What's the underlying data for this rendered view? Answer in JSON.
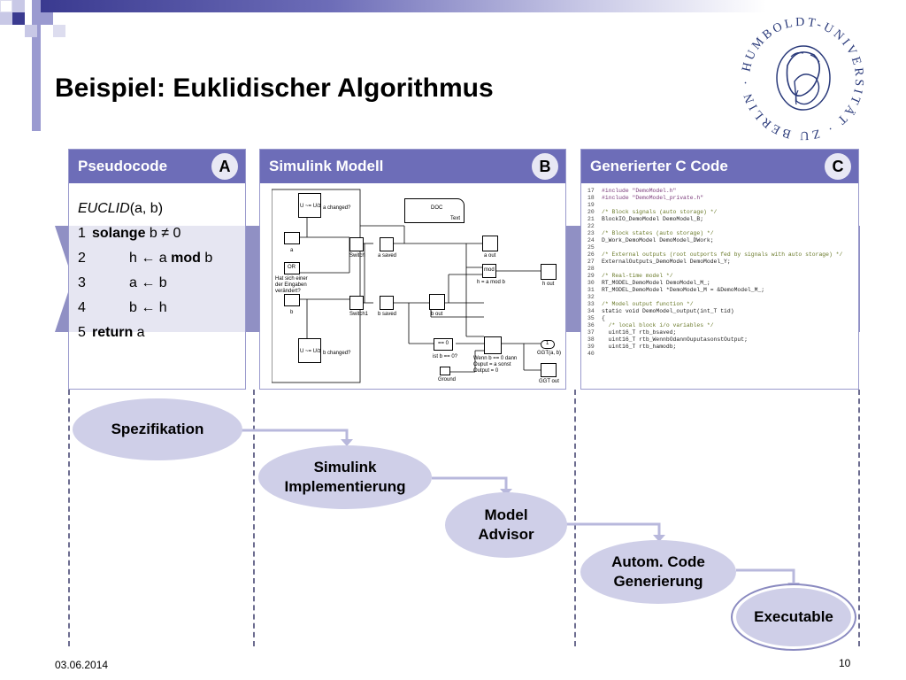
{
  "slide": {
    "title": "Beispiel: Euklidischer Algorithmus",
    "date": "03.06.2014",
    "page_number": "10"
  },
  "seal": {
    "text": "HUMBOLDT-UNIVERSITÄT · ZU BERLIN ·"
  },
  "panels": {
    "pseudocode": {
      "label": "Pseudocode",
      "badge": "A"
    },
    "simulink": {
      "label": "Simulink Modell",
      "badge": "B"
    },
    "ccode": {
      "label": "Generierter C Code",
      "badge": "C"
    }
  },
  "pseudocode": {
    "signature_fn": "EUCLID",
    "signature_args": "(a, b)",
    "lines": [
      {
        "num": "1",
        "kw": "solange",
        "rest": " b ≠ 0"
      },
      {
        "num": "2",
        "pre": "h ",
        "arrow": "🡐",
        "mid": " a ",
        "kw": "mod",
        "post": " b"
      },
      {
        "num": "3",
        "pre": "a ",
        "arrow": "🡐",
        "post": " b"
      },
      {
        "num": "4",
        "pre": "b ",
        "arrow": "🡐",
        "post": " h"
      },
      {
        "num": "5",
        "kw": "return",
        "rest": " a"
      }
    ]
  },
  "simulink": {
    "labels": {
      "u_changed_a": "U ~= U/z",
      "a_changed": "a changed?",
      "doc": "DOC",
      "doc_text": "Text",
      "a_in": "a",
      "or": "OR",
      "hat_sich": "Hat sich einer der Eingaben verändert?",
      "b_in": "b",
      "switch": "Switch",
      "a_saved": "a saved",
      "a_out": "a out",
      "mod": "mod",
      "h_mod": "h = a mod b",
      "h_out": "h out",
      "switch1": "Switch1",
      "b_saved": "b saved",
      "b_out": "b out",
      "u_changed_b": "U ~= U/z",
      "b_changed": "b changed?",
      "eq0": "== 0",
      "ist_b": "ist b == 0?",
      "wenn": "Wenn b == 0 dann Ouput = a sonst Output = 0",
      "ggt_port": "1",
      "ggt": "GGT(a, b)",
      "ground": "Ground",
      "ggt_out": "GGT out"
    }
  },
  "code_lines": [
    {
      "n": "17",
      "t": "#include \"DemoModel.h\"",
      "c": "pp"
    },
    {
      "n": "18",
      "t": "#include \"DemoModel_private.h\"",
      "c": "pp"
    },
    {
      "n": "19",
      "t": "",
      "c": ""
    },
    {
      "n": "20",
      "t": "/* Block signals (auto storage) */",
      "c": "cm"
    },
    {
      "n": "21",
      "t": "BlockIO_DemoModel DemoModel_B;",
      "c": ""
    },
    {
      "n": "22",
      "t": "",
      "c": ""
    },
    {
      "n": "23",
      "t": "/* Block states (auto storage) */",
      "c": "cm"
    },
    {
      "n": "24",
      "t": "D_Work_DemoModel DemoModel_DWork;",
      "c": ""
    },
    {
      "n": "25",
      "t": "",
      "c": ""
    },
    {
      "n": "26",
      "t": "/* External outputs (root outports fed by signals with auto storage) */",
      "c": "cm"
    },
    {
      "n": "27",
      "t": "ExternalOutputs_DemoModel DemoModel_Y;",
      "c": ""
    },
    {
      "n": "28",
      "t": "",
      "c": ""
    },
    {
      "n": "29",
      "t": "/* Real-time model */",
      "c": "cm"
    },
    {
      "n": "30",
      "t": "RT_MODEL_DemoModel DemoModel_M_;",
      "c": ""
    },
    {
      "n": "31",
      "t": "RT_MODEL_DemoModel *DemoModel_M = &DemoModel_M_;",
      "c": ""
    },
    {
      "n": "32",
      "t": "",
      "c": ""
    },
    {
      "n": "33",
      "t": "/* Model output function */",
      "c": "cm"
    },
    {
      "n": "34",
      "t": "static void DemoModel_output(int_T tid)",
      "c": ""
    },
    {
      "n": "35",
      "t": "{",
      "c": ""
    },
    {
      "n": "36",
      "t": "  /* local block i/o variables */",
      "c": "cm"
    },
    {
      "n": "37",
      "t": "  uint16_T rtb_bsaved;",
      "c": ""
    },
    {
      "n": "38",
      "t": "  uint16_T rtb_WennbOdannOuputasonstOutput;",
      "c": ""
    },
    {
      "n": "39",
      "t": "  uint16_T rtb_hamodb;",
      "c": ""
    },
    {
      "n": "40",
      "t": "",
      "c": ""
    }
  ],
  "process": {
    "spezifikation": "Spezifikation",
    "simulink_impl": "Simulink Implementierung",
    "model_advisor": "Model Advisor",
    "autom_code": "Autom. Code Generierung",
    "executable": "Executable"
  },
  "colors": {
    "accent": "#6d6db8",
    "band": "#9090c4",
    "ellipse": "#cfcfe8"
  }
}
